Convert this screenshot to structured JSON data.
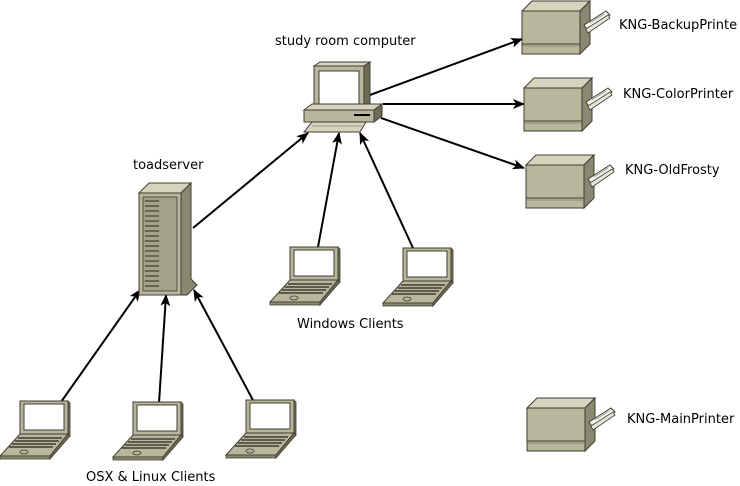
{
  "labels": {
    "study_computer": "study room computer",
    "toadserver": "toadserver",
    "windows_clients": "Windows Clients",
    "osx_linux_clients": "OSX & Linux Clients",
    "printer_backup": "KNG-BackupPrinte",
    "printer_color": "KNG-ColorPrinter",
    "printer_oldfrosty": "KNG-OldFrosty",
    "printer_main": "KNG-MainPrinter"
  },
  "colors": {
    "device_fill": "#b9b79b",
    "device_dark": "#6e6c55",
    "device_light": "#d6d4bd",
    "stroke": "#3f3e33",
    "arrow": "#000000"
  },
  "icons": {
    "computer": "desktop-computer-icon",
    "server": "tower-server-icon",
    "laptop": "laptop-icon",
    "printer": "printer-icon"
  }
}
